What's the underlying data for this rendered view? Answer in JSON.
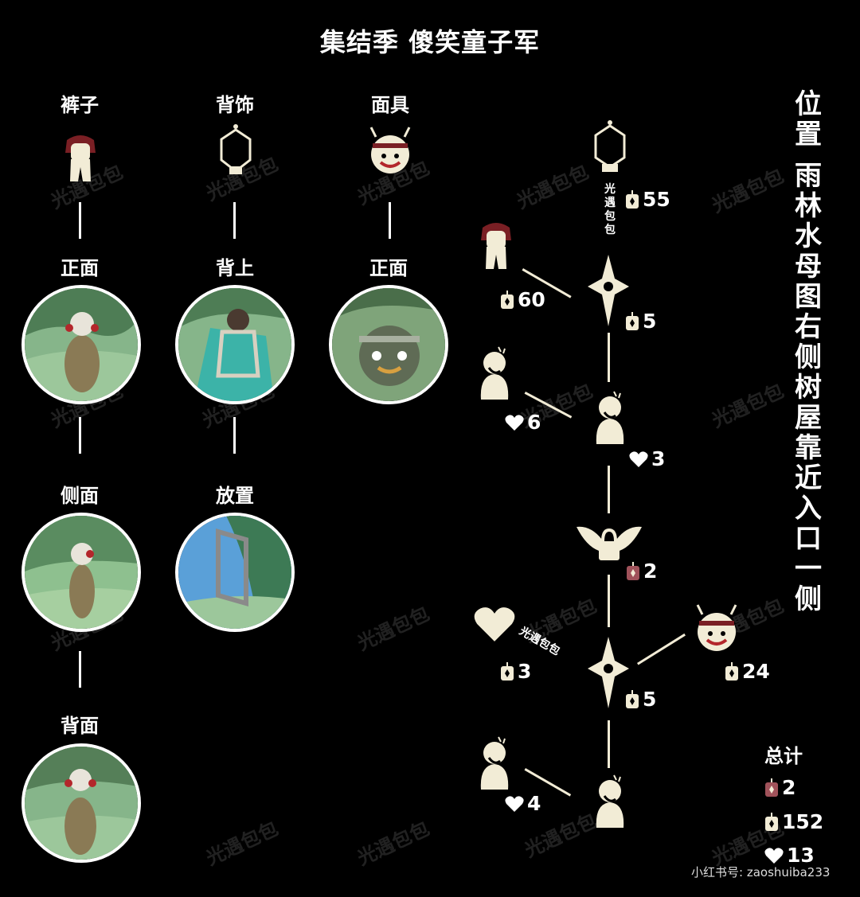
{
  "title": "集结季  傻笑童子军",
  "items": {
    "pants": {
      "label": "裤子",
      "views": [
        "正面",
        "侧面",
        "背面"
      ]
    },
    "back": {
      "label": "背饰",
      "views": [
        "背上",
        "放置"
      ]
    },
    "mask": {
      "label": "面具",
      "views": [
        "正面"
      ]
    }
  },
  "location": {
    "heading": "位置",
    "text": "雨林水母图右侧树屋靠近入口一侧"
  },
  "tree_costs": {
    "top_cape": "55",
    "pants": "60",
    "spirit_node_1": "5",
    "emote_left_1": "6",
    "emote_right_1": "3",
    "ultimate_lock": "2",
    "heart_item": "3",
    "spirit_node_2": "5",
    "mask": "24",
    "emote_left_2": "4"
  },
  "watermark_text": "光遇包包",
  "totals": {
    "heading": "总计",
    "ascended": "2",
    "candles": "152",
    "hearts": "13"
  },
  "footer": "小红书号: zaoshuiba233",
  "colors": {
    "cream": "#f2ecd6",
    "maroon": "#7a1f24",
    "background": "#000000"
  }
}
